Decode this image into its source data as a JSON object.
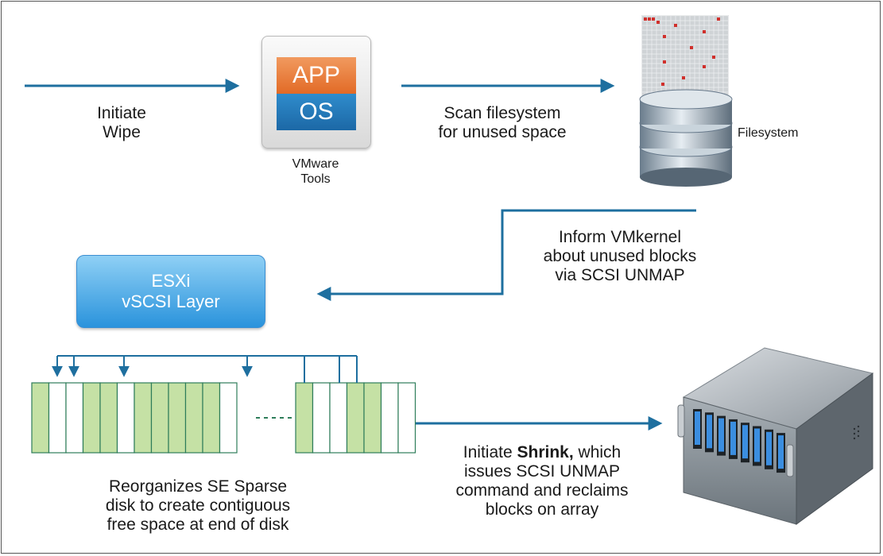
{
  "steps": {
    "initiate_wipe": [
      "Initiate",
      "Wipe"
    ],
    "scan": [
      "Scan filesystem",
      "for unused space"
    ],
    "inform": [
      "Inform VMkernel",
      "about unused blocks",
      "via SCSI UNMAP"
    ],
    "reorganize": [
      "Reorganizes SE Sparse",
      "disk to create contiguous",
      "free space at end of disk"
    ],
    "shrink": {
      "prefix": "Initiate ",
      "bold": "Shrink,",
      "suffix": " which",
      "lines": [
        "issues SCSI UNMAP",
        "command and reclaims",
        "blocks on array"
      ]
    }
  },
  "vm": {
    "app_label": "APP",
    "os_label": "OS",
    "tools_label": [
      "VMware",
      "Tools"
    ]
  },
  "filesystem_label": "Filesystem",
  "esxi": {
    "line1": "ESXi",
    "line2": "vSCSI Layer"
  },
  "disk": {
    "left_blocks": [
      "used",
      "free",
      "free",
      "used",
      "used",
      "free",
      "used",
      "used",
      "used",
      "used",
      "used",
      "free"
    ],
    "right_blocks": [
      "used",
      "free",
      "free",
      "used",
      "used",
      "free",
      "free"
    ]
  },
  "colors": {
    "arrow": "#1e6f9f",
    "block_used": "#c5e1a5",
    "block_free": "#ffffff",
    "block_border": "#2e7d5a",
    "marker": "#d0302c"
  }
}
